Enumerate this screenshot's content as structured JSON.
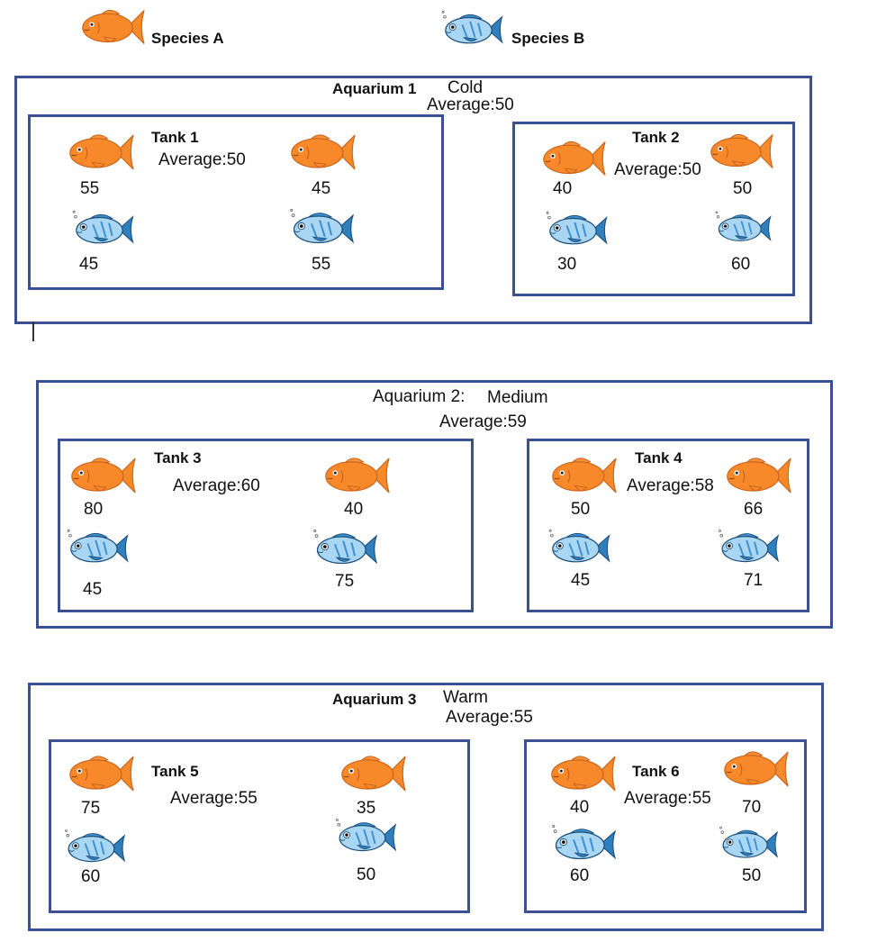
{
  "legend": {
    "species_a": "Species A",
    "species_b": "Species B"
  },
  "aquariums": [
    {
      "label": "Aquarium 1",
      "condition": "Cold",
      "average": "Average:50",
      "tanks": [
        {
          "label": "Tank 1",
          "average": "Average:50",
          "fish": {
            "a1": "55",
            "a2": "45",
            "b1": "45",
            "b2": "55"
          }
        },
        {
          "label": "Tank 2",
          "average": "Average:50",
          "fish": {
            "a1": "40",
            "a2": "50",
            "b1": "30",
            "b2": "60"
          }
        }
      ]
    },
    {
      "label": "Aquarium 2:",
      "condition": "Medium",
      "average": "Average:59",
      "tanks": [
        {
          "label": "Tank 3",
          "average": "Average:60",
          "fish": {
            "a1": "80",
            "a2": "40",
            "b1": "45",
            "b2": "75"
          }
        },
        {
          "label": "Tank 4",
          "average": "Average:58",
          "fish": {
            "a1": "50",
            "a2": "66",
            "b1": "45",
            "b2": "71"
          }
        }
      ]
    },
    {
      "label": "Aquarium 3",
      "condition": "Warm",
      "average": "Average:55",
      "tanks": [
        {
          "label": "Tank 5",
          "average": "Average:55",
          "fish": {
            "a1": "75",
            "a2": "35",
            "b1": "60",
            "b2": "50"
          }
        },
        {
          "label": "Tank 6",
          "average": "Average:55",
          "fish": {
            "a1": "40",
            "a2": "70",
            "b1": "60",
            "b2": "50"
          }
        }
      ]
    }
  ],
  "colors": {
    "border": "#3b4f93",
    "species_a": "#f58a2c",
    "species_b": "#6fb6e6"
  },
  "icons": {
    "species_a": "orange-fish-icon",
    "species_b": "blue-fish-icon"
  }
}
